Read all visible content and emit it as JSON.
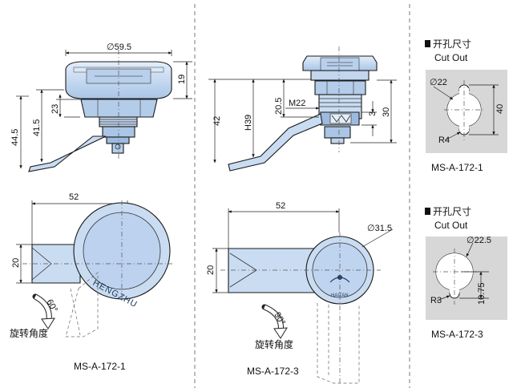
{
  "colors": {
    "part_fill": "#c9dcf2",
    "part_dark": "#9dbbe0",
    "panel_fill": "#d7d7d7",
    "line": "#1a1a1a"
  },
  "model_1": {
    "diameter_top": "∅59.5",
    "height_cap": "19",
    "height_23": "23",
    "height_41_5": "41.5",
    "height_44_5": "44.5",
    "width_52": "52",
    "width_20": "20",
    "rotation_angle": "60°",
    "rotation_label": "旋转角度",
    "brand": "HENGZHU",
    "caption": "MS-A-172-1"
  },
  "model_3": {
    "h39": "H39",
    "height_42": "42",
    "height_20_5": "20.5",
    "thread": "M22",
    "height_3": "3",
    "height_30": "30",
    "width_52": "52",
    "diameter_face": "∅31.5",
    "width_20": "20",
    "rotation_angle": "90°",
    "rotation_label": "旋转角度",
    "brand": "HAITAN",
    "caption": "MS-A-172-3"
  },
  "cutout_1": {
    "title_cn": "开孔尺寸",
    "title_en": "Cut Out",
    "diameter": "∅22",
    "height": "40",
    "radius": "R4",
    "caption": "MS-A-172-1"
  },
  "cutout_3": {
    "title_cn": "开孔尺寸",
    "title_en": "Cut Out",
    "diameter": "∅22.5",
    "radius": "R3",
    "height": "10.75",
    "caption": "MS-A-172-3"
  }
}
